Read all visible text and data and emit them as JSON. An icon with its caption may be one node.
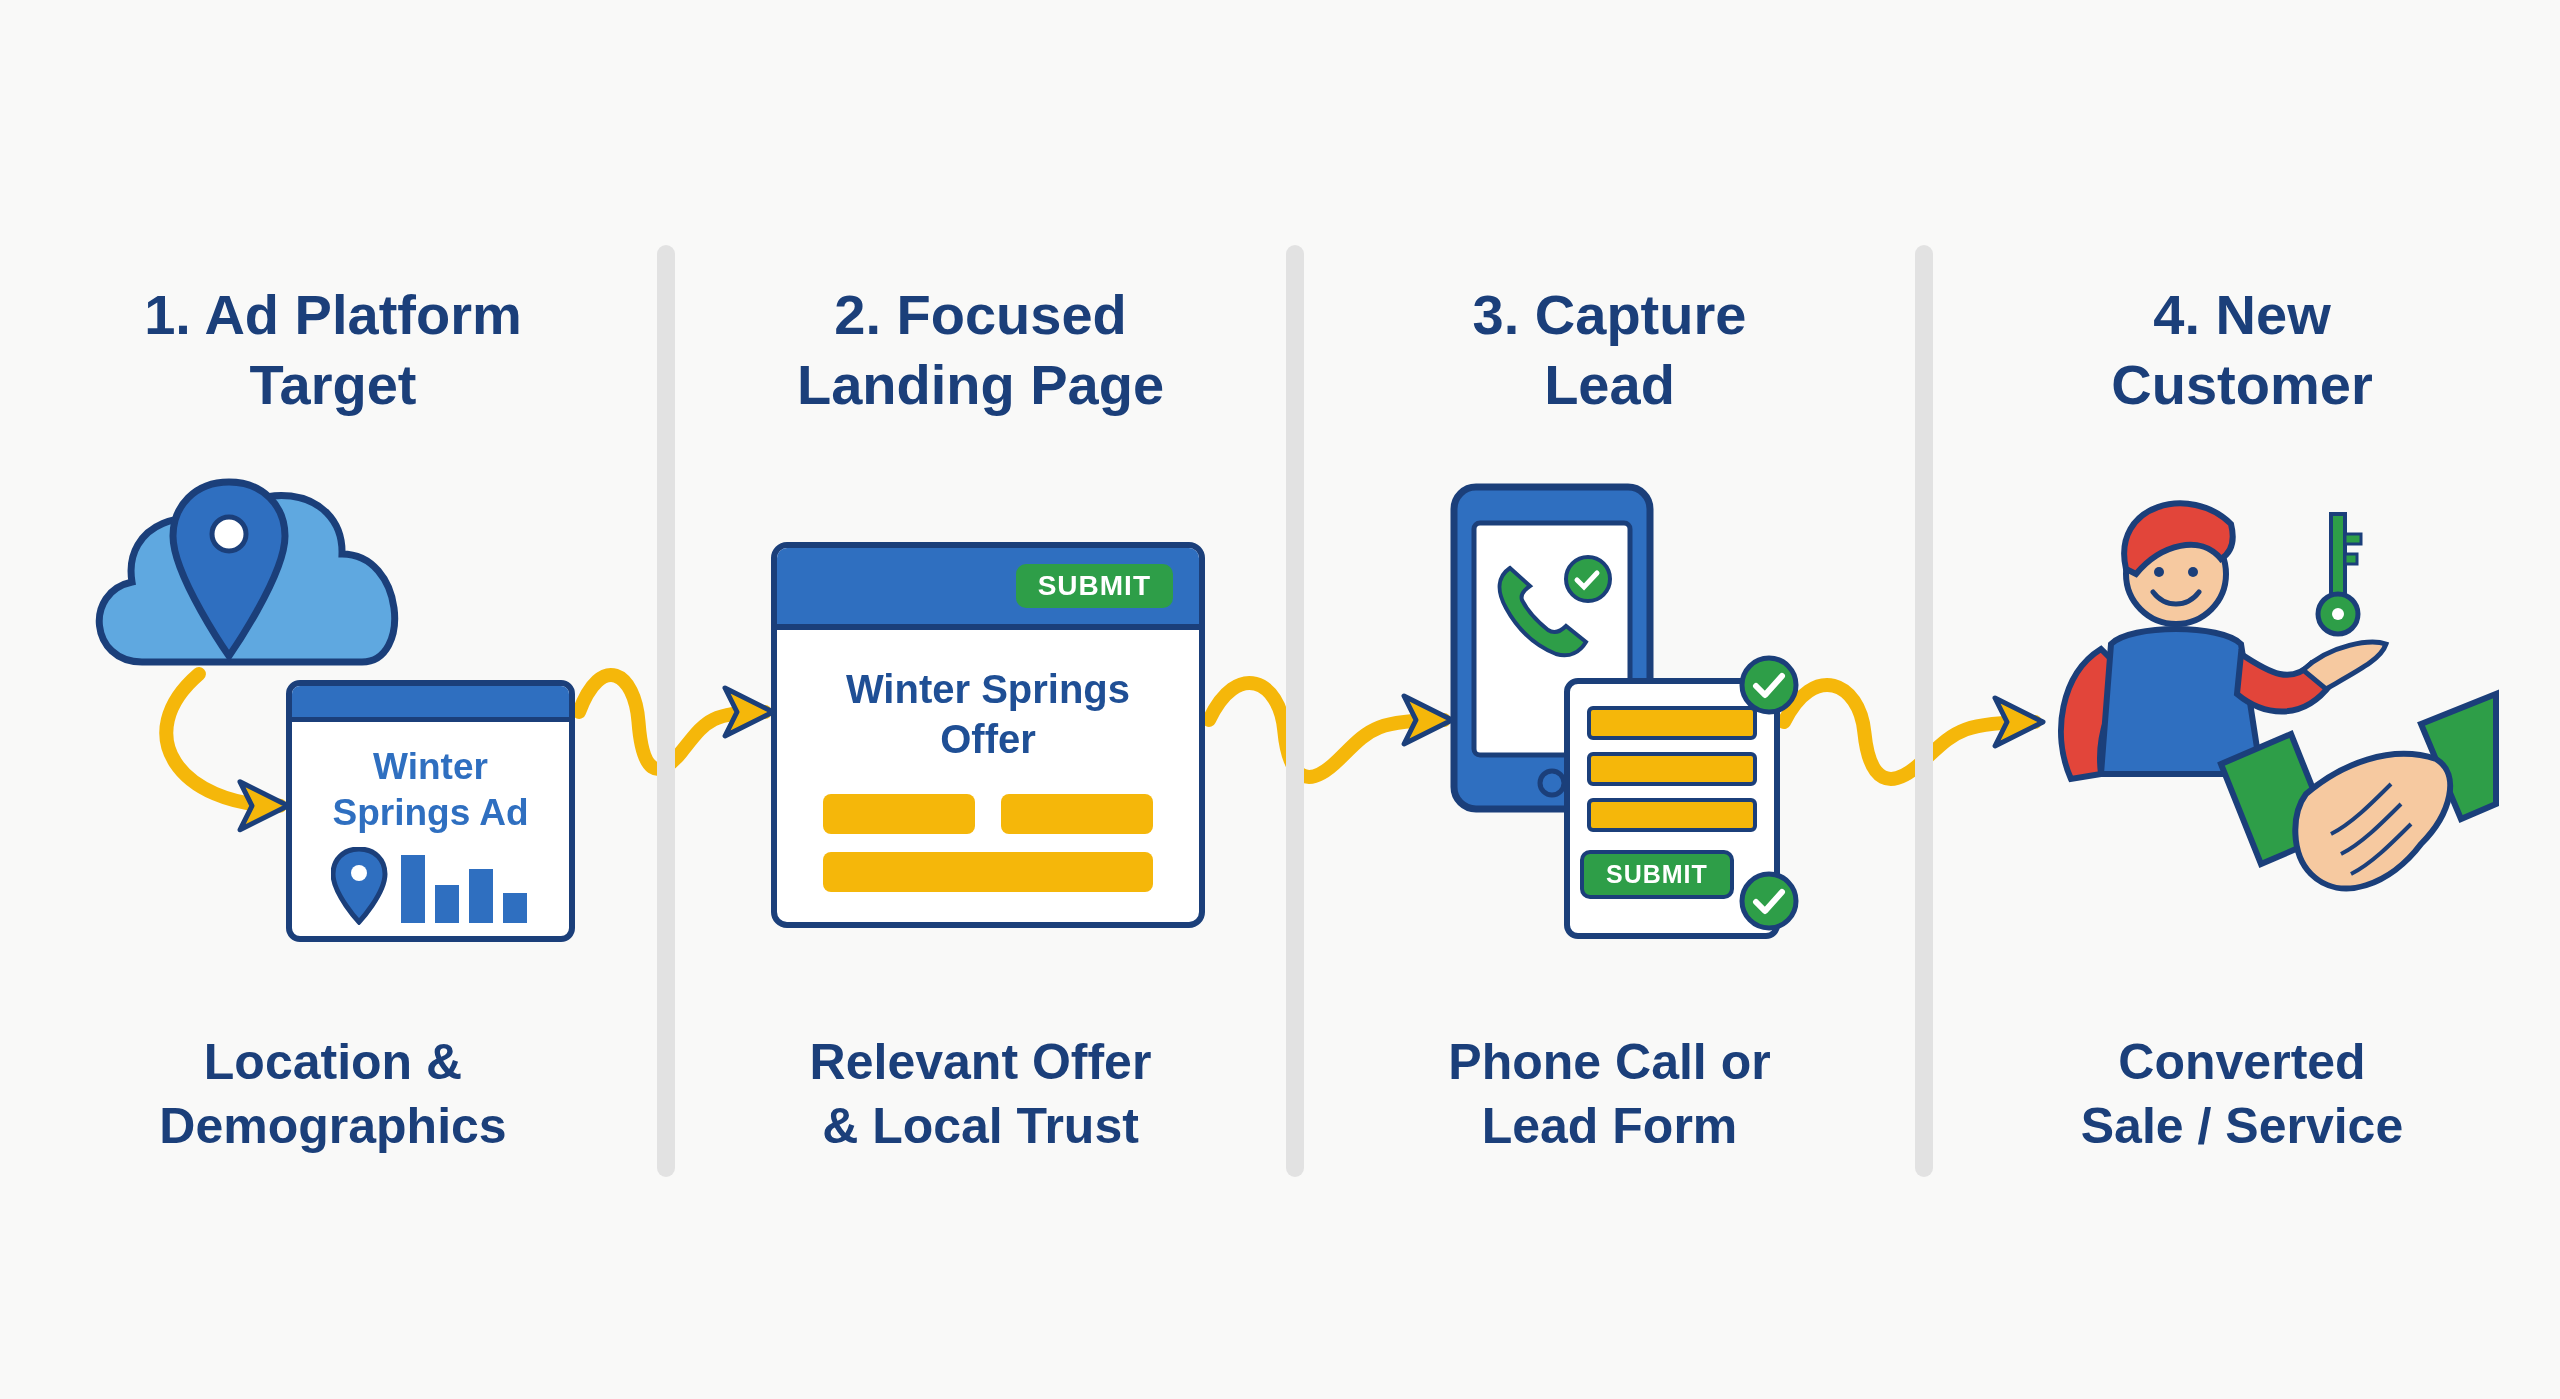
{
  "diagram": {
    "nodes": [
      {
        "text": [
          "1. Ad Platform Target",
          "Location & Demographics"
        ]
      },
      {
        "text": [],
        "shape": "cloud",
        "in": 0
      },
      {
        "text": [
          "Winter Springs Ad"
        ],
        "in": 0
      },
      {
        "text": [
          "2. Focused Landing Page",
          "Relevant Offer & Local Trust"
        ]
      },
      {
        "text": [
          "SUBMIT",
          "Winter Springs Offer"
        ],
        "in": 3
      },
      {
        "text": [
          "3. Capture Lead",
          "Phone Call or Lead Form"
        ]
      },
      {
        "text": [],
        "shape": "picture",
        "in": 5
      },
      {
        "text": [
          "SUBMIT"
        ],
        "in": 5
      },
      {
        "text": [
          "4. New Customer",
          "Converted Sale / Service"
        ]
      },
      {
        "text": [],
        "shape": "picture",
        "in": 8
      }
    ],
    "edges": [
      {
        "from": 1,
        "to": 2,
        "arrow": "to"
      },
      {
        "from": 2,
        "to": 4,
        "arrow": "to"
      },
      {
        "from": 4,
        "to": 6,
        "arrow": "to"
      },
      {
        "from": 7,
        "to": 9,
        "arrow": "to"
      }
    ]
  }
}
